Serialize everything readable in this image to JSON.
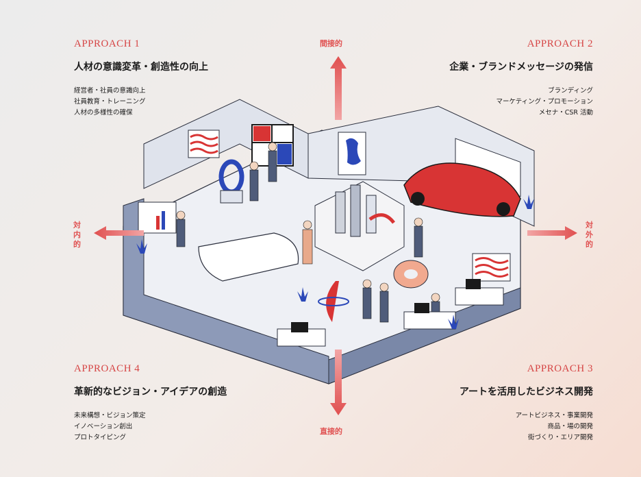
{
  "approaches": {
    "a1": {
      "label": "APPROACH 1",
      "title": "人材の意識変革・創造性の向上",
      "items": [
        "経営者・社員の意識向上",
        "社員教育・トレーニング",
        "人材の多様性の確保"
      ]
    },
    "a2": {
      "label": "APPROACH 2",
      "title": "企業・ブランドメッセージの発信",
      "items": [
        "ブランディング",
        "マーケティング・プロモーション",
        "メセナ・CSR 活動"
      ]
    },
    "a3": {
      "label": "APPROACH 3",
      "title": "アートを活用したビジネス開発",
      "items": [
        "アートビジネス・事業開発",
        "商品・場の開発",
        "街づくり・エリア開発"
      ]
    },
    "a4": {
      "label": "APPROACH 4",
      "title": "革新的なビジョン・アイデアの創造",
      "items": [
        "未来構想・ビジョン策定",
        "イノベーション創出",
        "プロトタイピング"
      ]
    }
  },
  "axes": {
    "top": "間接的",
    "bottom": "直接的",
    "left": "対内的",
    "right": "対外的"
  },
  "colors": {
    "accent": "#d64545",
    "arrow": "#e46a6a",
    "wall": "#8d9ab8",
    "floor": "#eef0f5"
  }
}
